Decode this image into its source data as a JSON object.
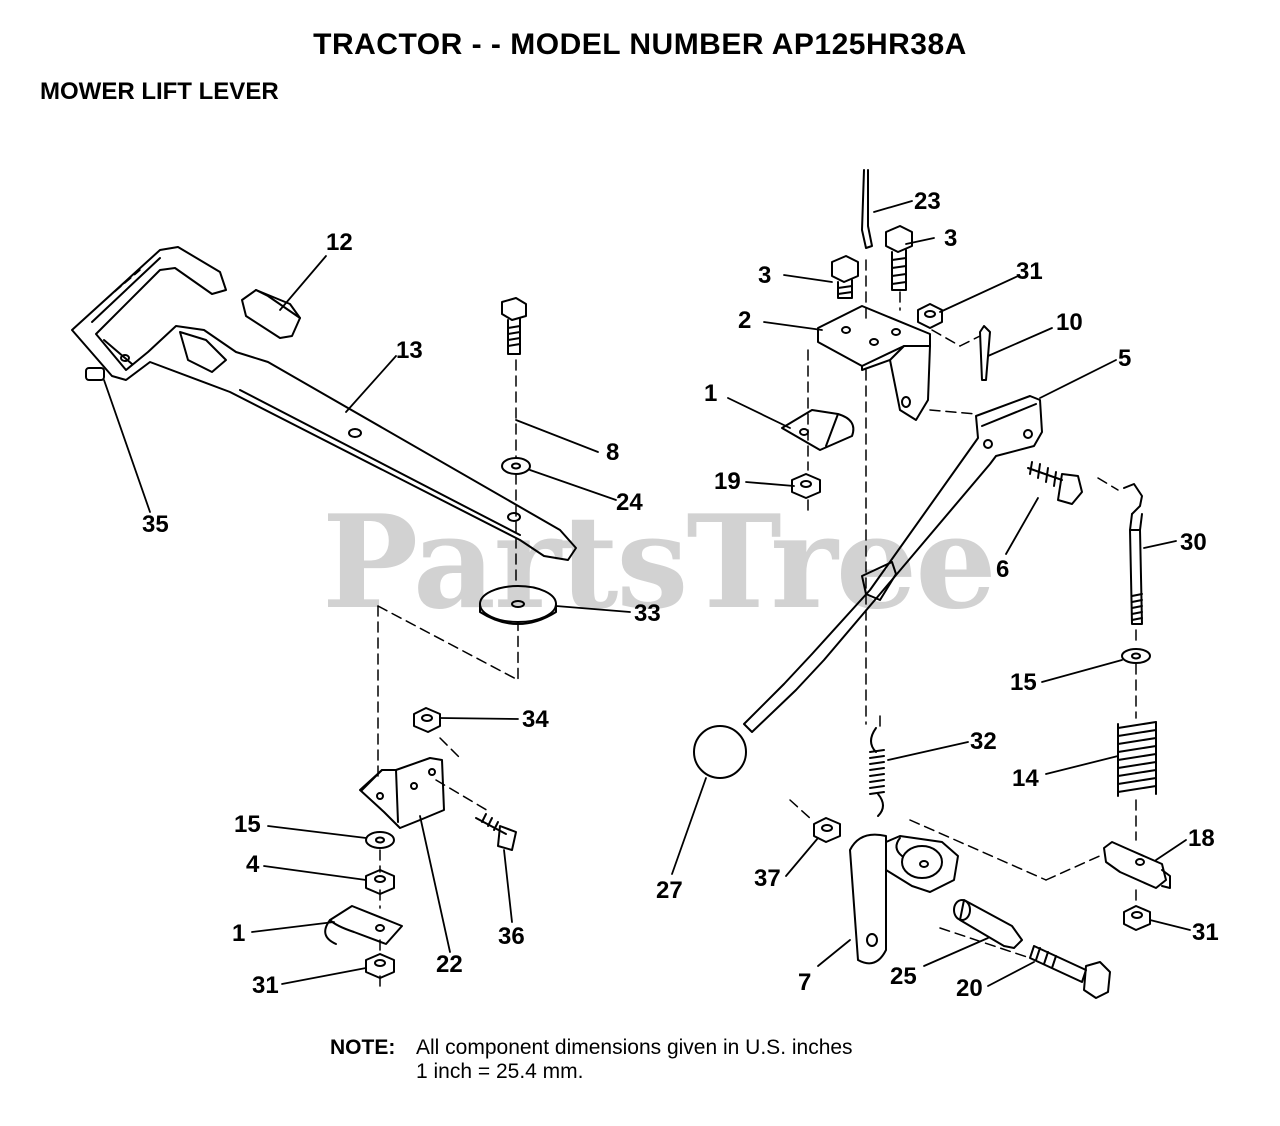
{
  "title": "TRACTOR - - MODEL NUMBER AP125HR38A",
  "subtitle": "MOWER LIFT LEVER",
  "watermark": "PartsTree",
  "note": {
    "label": "NOTE:",
    "line1": "All component dimensions given in U.S. inches",
    "line2": "1 inch = 25.4 mm."
  },
  "callouts": [
    "23",
    "3",
    "3",
    "31",
    "2",
    "10",
    "12",
    "5",
    "13",
    "1",
    "8",
    "19",
    "24",
    "6",
    "30",
    "35",
    "33",
    "15",
    "34",
    "32",
    "14",
    "15",
    "4",
    "18",
    "27",
    "37",
    "1",
    "22",
    "36",
    "31",
    "31",
    "7",
    "25",
    "20"
  ]
}
